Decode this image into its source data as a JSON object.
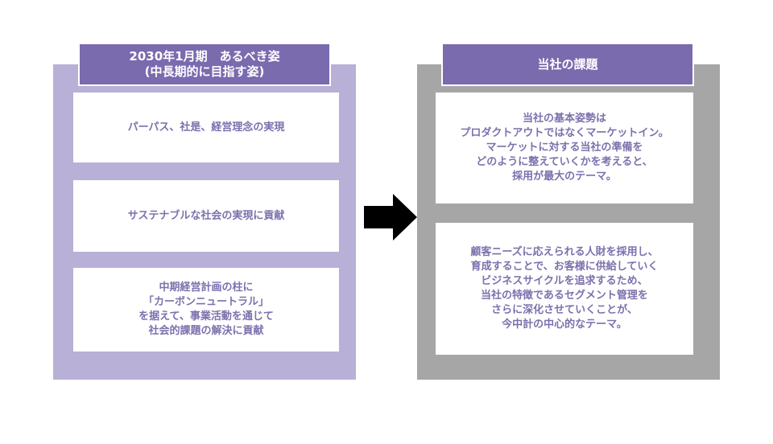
{
  "left": {
    "header_lines": "2030年1月期　あるべき姿\n(中長期的に目指す姿)",
    "items": [
      "パーパス、社是、経営理念の実現",
      "サステナブルな社会の実現に貢献",
      "中期経営計画の柱に\n「カーボンニュートラル」\nを据えて、事業活動を通じて\n社会的課題の解決に貢献"
    ]
  },
  "right": {
    "header": "当社の課題",
    "items": [
      "当社の基本姿勢は\nプロダクトアウトではなくマーケットイン。\nマーケットに対する当社の準備を\nどのように整えていくかを考えると、\n採用が最大のテーマ。",
      "顧客ニーズに応えられる人財を採用し、\n育成することで、お客様に供給していく\nビジネスサイクルを追求するため、\n当社の特徴であるセグメント管理を\nさらに深化させていくことが、\n今中計の中心的なテーマ。"
    ]
  },
  "colors": {
    "left_panel": "#b8b0d6",
    "right_panel": "#a6a6a6",
    "header": "#7a6aae",
    "text": "#7d70ad",
    "arrow": "#000000"
  },
  "icons": {
    "arrow": "right-arrow-icon"
  }
}
